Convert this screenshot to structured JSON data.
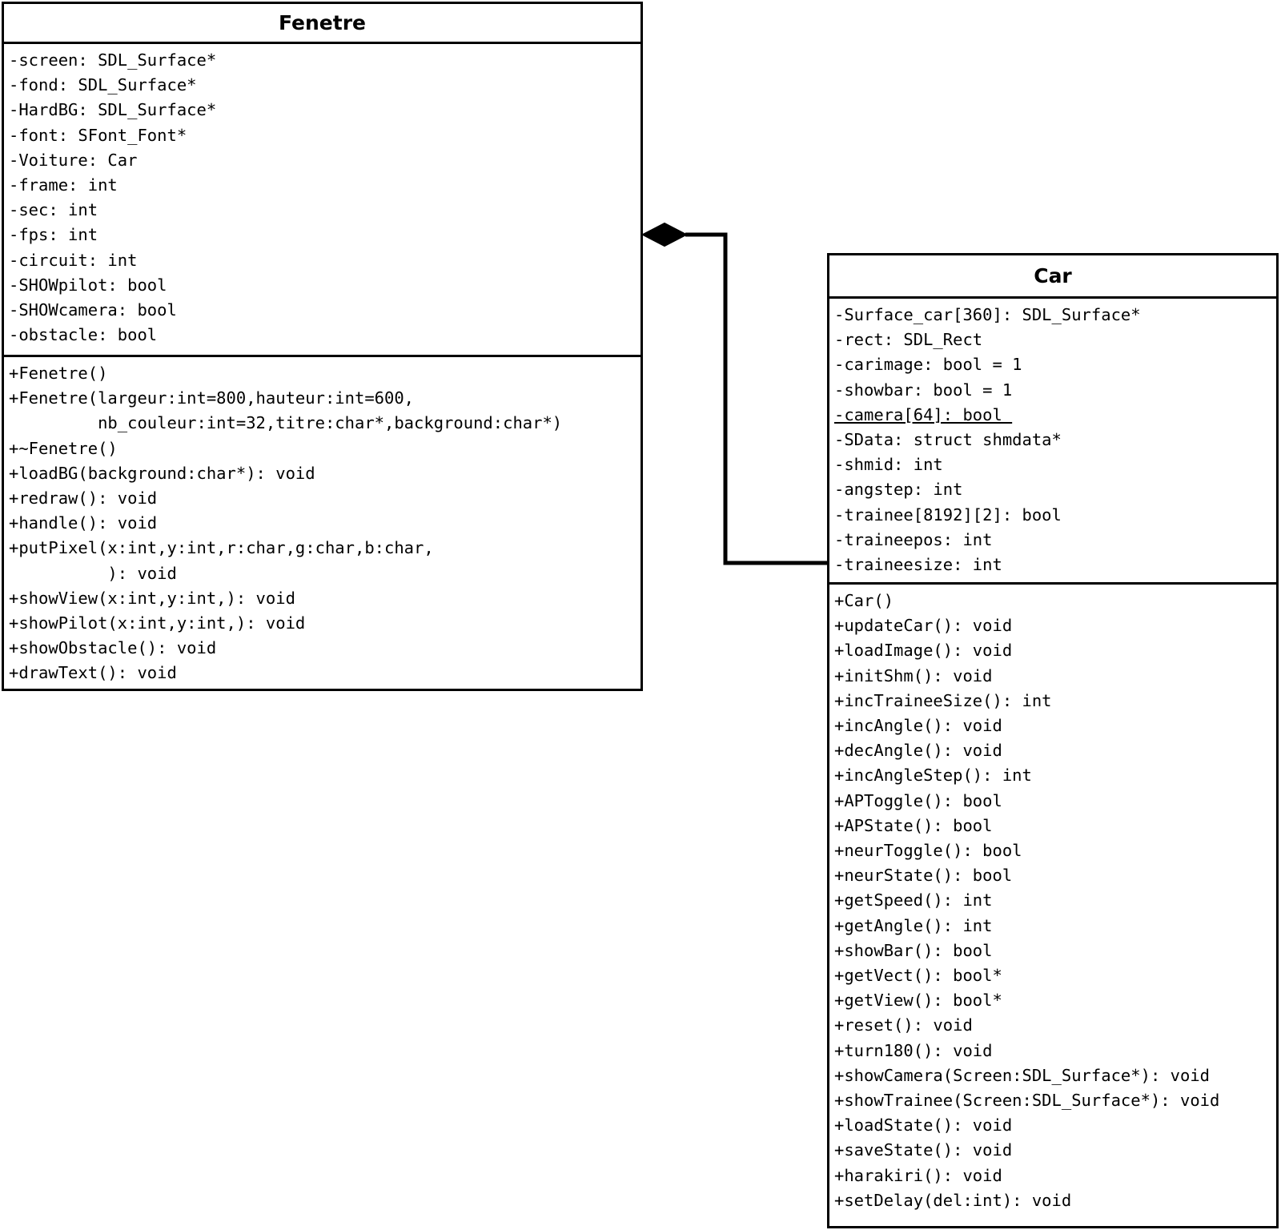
{
  "diagram": {
    "type": "uml-class-diagram",
    "stroke_color": "#000000",
    "background_color": "#ffffff",
    "classes": [
      {
        "name": "Fenetre",
        "attributes": [
          "-screen: SDL_Surface*",
          "-fond: SDL_Surface*",
          "-HardBG: SDL_Surface*",
          "-font: SFont_Font*",
          "-Voiture: Car",
          "-frame: int",
          "-sec: int",
          "-fps: int",
          "-circuit: int",
          "-SHOWpilot: bool",
          "-SHOWcamera: bool",
          "-obstacle: bool"
        ],
        "methods": [
          "+Fenetre()",
          "+Fenetre(largeur:int=800,hauteur:int=600,",
          "         nb_couleur:int=32,titre:char*,background:char*)",
          "+~Fenetre()",
          "+loadBG(background:char*): void",
          "+redraw(): void",
          "+handle(): void",
          "+putPixel(x:int,y:int,r:char,g:char,b:char,",
          "          ): void",
          "+showView(x:int,y:int,): void",
          "+showPilot(x:int,y:int,): void",
          "+showObstacle(): void",
          "+drawText(): void"
        ]
      },
      {
        "name": "Car",
        "attributes": [
          "-Surface_car[360]: SDL_Surface*",
          "-rect: SDL_Rect",
          "-carimage: bool = 1",
          "-showbar: bool = 1",
          "-camera[64]: bool ",
          "-SData: struct shmdata*",
          "-shmid: int",
          "-angstep: int",
          "-trainee[8192][2]: bool",
          "-traineepos: int",
          "-traineesize: int"
        ],
        "static_attribute_indices": [
          4
        ],
        "methods": [
          "+Car()",
          "+updateCar(): void",
          "+loadImage(): void",
          "+initShm(): void",
          "+incTraineeSize(): int",
          "+incAngle(): void",
          "+decAngle(): void",
          "+incAngleStep(): int",
          "+APToggle(): bool",
          "+APState(): bool",
          "+neurToggle(): bool",
          "+neurState(): bool",
          "+getSpeed(): int",
          "+getAngle(): int",
          "+showBar(): bool",
          "+getVect(): bool*",
          "+getView(): bool*",
          "+reset(): void",
          "+turn180(): void",
          "+showCamera(Screen:SDL_Surface*): void",
          "+showTrainee(Screen:SDL_Surface*): void",
          "+loadState(): void",
          "+saveState(): void",
          "+harakiri(): void",
          "+setDelay(del:int): void"
        ]
      }
    ],
    "relationship": {
      "kind": "composition",
      "source": "Fenetre",
      "target": "Car",
      "marker": "filled-diamond",
      "source_label": "",
      "target_label": ""
    }
  }
}
